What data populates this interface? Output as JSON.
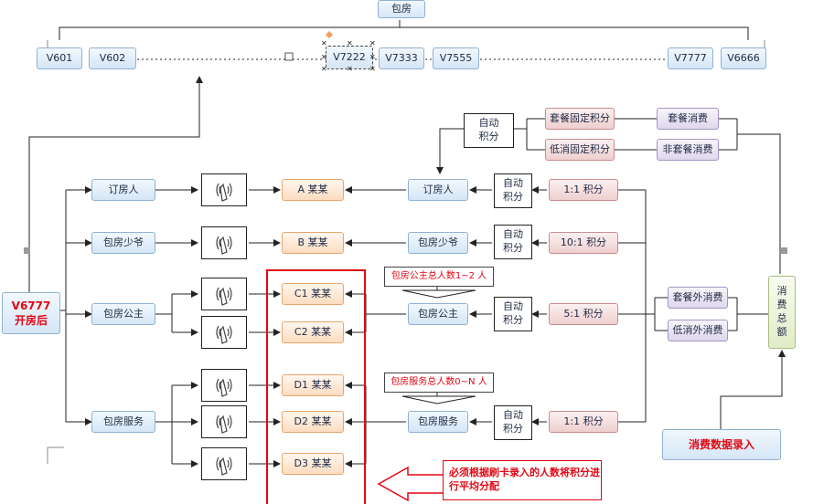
{
  "root": {
    "label": "包房"
  },
  "rooms": [
    "V601",
    "V602",
    "V7222",
    "V7333",
    "V7555",
    "V7777",
    "V6666"
  ],
  "room_open": {
    "line1": "V6777",
    "line2": "开房后"
  },
  "roles": [
    "订房人",
    "包房少爷",
    "包房公主",
    "包房服务"
  ],
  "people": [
    "A 某某",
    "B 某某",
    "C1 某某",
    "C2 某某",
    "D1 某某",
    "D2 某某",
    "D3 某某"
  ],
  "auto_points": {
    "line1": "自动",
    "line2": "积分"
  },
  "ratios": [
    "1:1 积分",
    "10:1 积分",
    "5:1 积分",
    "1:1 积分"
  ],
  "package_points": [
    "套餐固定积分",
    "低消固定积分"
  ],
  "consumption_top": [
    "套餐消费",
    "非套餐消费"
  ],
  "consumption_mid": [
    "套餐外消费",
    "低消外消费"
  ],
  "total": [
    "消",
    "费",
    "总",
    "额"
  ],
  "data_entry": "消费数据录入",
  "notes": {
    "princess": "包房公主总人数1~2 人",
    "service": "包房服务总人数0~N 人",
    "split": "必须根据刷卡录入的人数将积分进行平均分配"
  },
  "colors": {
    "red": "#e30613",
    "blue_border": "#8fb1d3",
    "orange_border": "#e8a56c"
  },
  "icons": {
    "card_reader": "nfc-card-reader-icon"
  }
}
